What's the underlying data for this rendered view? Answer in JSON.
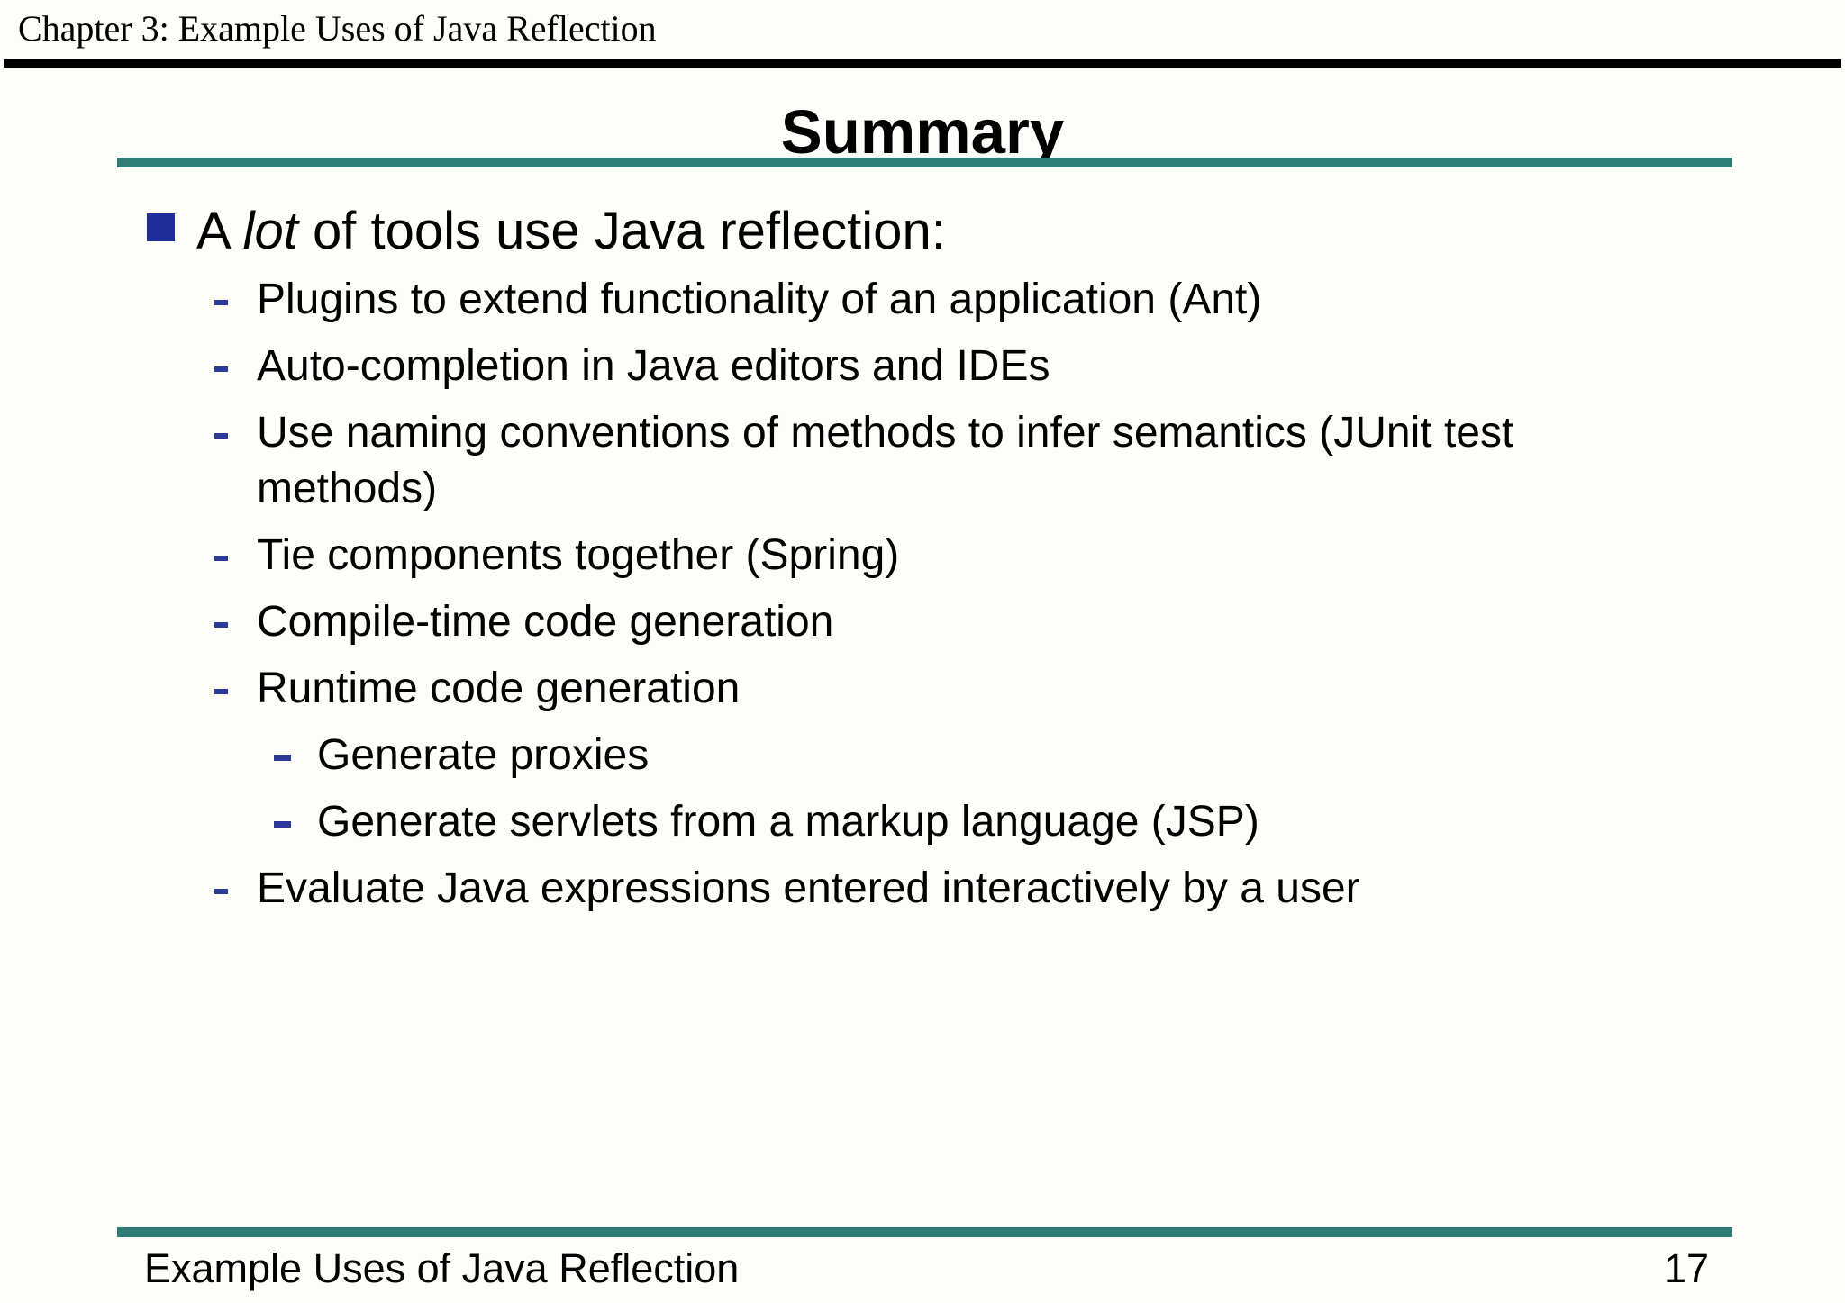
{
  "header": {
    "title": "Chapter 3: Example Uses of Java Reflection"
  },
  "slide": {
    "title": "Summary",
    "lead": {
      "pre": "A ",
      "emphasis": "lot",
      "post": " of tools use Java reflection:"
    },
    "items": [
      {
        "level": 2,
        "text": "Plugins to extend functionality of an application (Ant)"
      },
      {
        "level": 2,
        "text": "Auto-completion in Java editors and IDEs"
      },
      {
        "level": 2,
        "text": "Use naming conventions of methods to infer semantics (JUnit test methods)"
      },
      {
        "level": 2,
        "text": "Tie components together (Spring)"
      },
      {
        "level": 2,
        "text": "Compile-time code generation"
      },
      {
        "level": 2,
        "text": "Runtime code generation"
      },
      {
        "level": 3,
        "text": "Generate proxies"
      },
      {
        "level": 3,
        "text": "Generate servlets from a markup language (JSP)"
      },
      {
        "level": 2,
        "text": "Evaluate Java expressions entered interactively by a user"
      }
    ]
  },
  "footer": {
    "left": "Example Uses of Java Reflection",
    "page": "17"
  },
  "colors": {
    "accent_teal": "#2f7e76",
    "bullet_navy": "#1f2d9a",
    "dash_navy": "#2b3a9b",
    "header_rule": "#000000"
  }
}
